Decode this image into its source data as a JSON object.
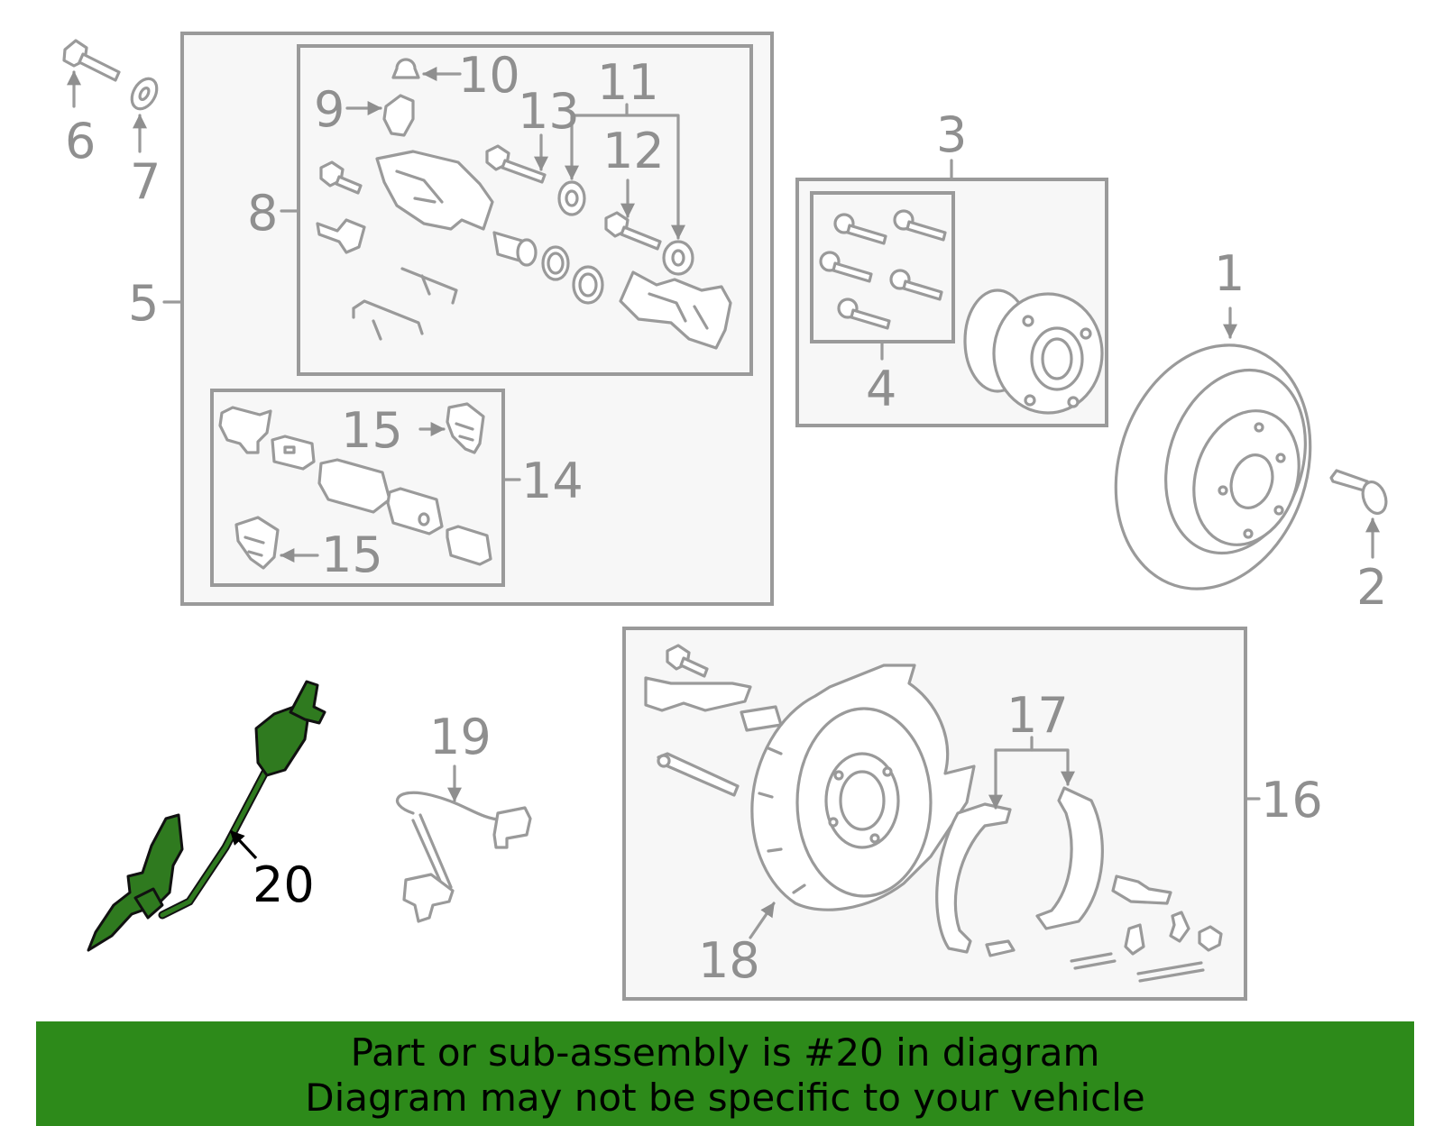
{
  "callouts": {
    "c1": "1",
    "c2": "2",
    "c3": "3",
    "c4": "4",
    "c5": "5",
    "c6": "6",
    "c7": "7",
    "c8": "8",
    "c9": "9",
    "c10": "10",
    "c11": "11",
    "c12": "12",
    "c13": "13",
    "c14": "14",
    "c15a": "15",
    "c15b": "15",
    "c16": "16",
    "c17": "17",
    "c18": "18",
    "c19": "19",
    "c20": "20"
  },
  "highlighted_part": "20",
  "colors": {
    "highlight": "#2f7a1f",
    "banner": "#2d8a1a",
    "line_art": "#9a9a9a"
  },
  "banner": {
    "line1": "Part or sub-assembly is #20 in diagram",
    "line2": "Diagram may not be specific to your vehicle"
  }
}
